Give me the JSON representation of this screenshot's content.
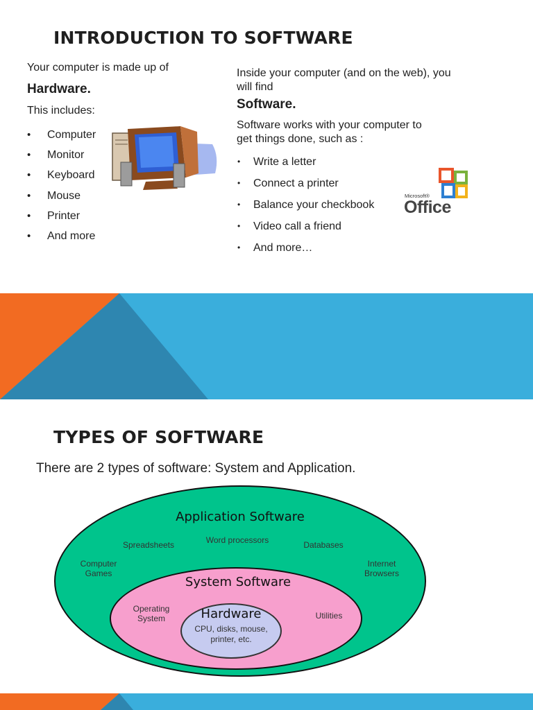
{
  "slide1": {
    "title": "INTRODUCTION TO SOFTWARE",
    "left": {
      "intro": "Your computer is made up of",
      "heading": "Hardware.",
      "includes": "This includes:",
      "items": [
        "Computer",
        "Monitor",
        "Keyboard",
        "Mouse",
        "Printer",
        "And more"
      ]
    },
    "right": {
      "intro_line1": "Inside your computer (and on the web), you",
      "intro_line2": "will find",
      "heading": "Software.",
      "desc_line1": "Software works with your computer to",
      "desc_line2": "get things done, such as :",
      "items": [
        "Write a letter",
        "Connect a printer",
        "Balance your checkbook",
        "Video call a friend",
        "And more…"
      ]
    },
    "logo": {
      "small_text": "Microsoft®",
      "big_text": "Office"
    },
    "computer_icon": "desktop-computer-icon"
  },
  "band_colors": {
    "orange": "#f26b22",
    "blue": "#3aaedc",
    "teal": "#2e86b0"
  },
  "slide2": {
    "title": "TYPES OF SOFTWARE",
    "subtitle": "There are 2 types of software:  System and Application.",
    "diagram": {
      "outer": {
        "title": "Application Software",
        "color": "#00c48c",
        "labels": {
          "spreadsheets": "Spreadsheets",
          "word": "Word processors",
          "databases": "Databases",
          "games_line1": "Computer",
          "games_line2": "Games",
          "internet_line1": "Internet",
          "internet_line2": "Browsers"
        }
      },
      "middle": {
        "title": "System Software",
        "color": "#f79fcd",
        "labels": {
          "os_line1": "Operating",
          "os_line2": "System",
          "utilities": "Utilities"
        }
      },
      "inner": {
        "title": "Hardware",
        "color": "#c6cbf0",
        "line1": "CPU, disks, mouse,",
        "line2": "printer, etc."
      }
    }
  }
}
